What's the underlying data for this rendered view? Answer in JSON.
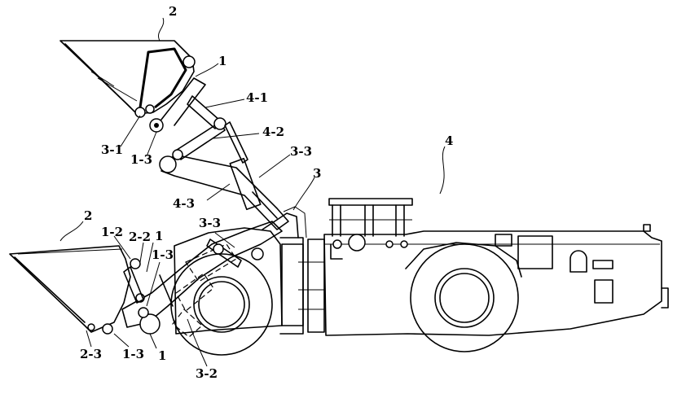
{
  "labels": {
    "bucket_raised": "2",
    "bucket_lowered": "2",
    "boom_raised": "1",
    "link_4_1": "4-1",
    "link_4_2": "4-2",
    "cyl_3_3_raised": "3-3",
    "label_3_1": "3-1",
    "label_1_3_raised": "1-3",
    "label_3": "3",
    "label_4_3": "4-3",
    "label_4": "4",
    "label_3_3_lowered": "3-3",
    "label_1_2": "1-2",
    "label_2_2": "2-2",
    "label_1_top": "1",
    "label_1_3_mid": "1-3",
    "label_2_3": "2-3",
    "label_1_3_bottom": "1-3",
    "label_1_bottom": "1",
    "label_3_2": "3-2"
  }
}
